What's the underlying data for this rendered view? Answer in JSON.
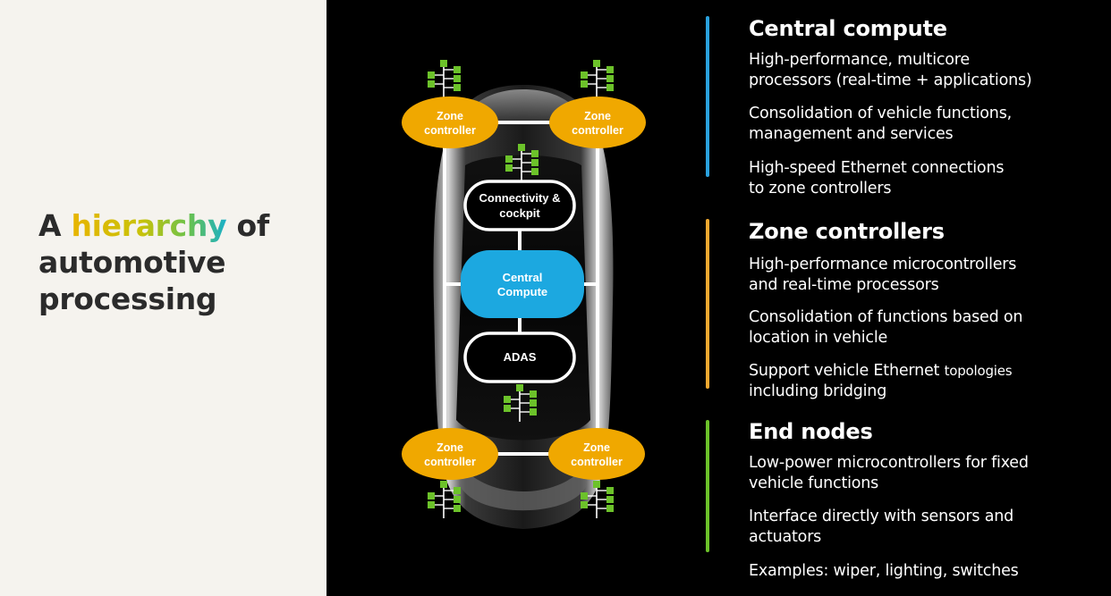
{
  "title": {
    "part1": "A ",
    "highlight": "hierarchy",
    "part2": " of",
    "line2": "automotive",
    "line3": "processing"
  },
  "diagram": {
    "zone_line1": "Zone",
    "zone_line2": "controller",
    "connectivity_line1": "Connectivity &",
    "connectivity_line2": "cockpit",
    "central_line1": "Central",
    "central_line2": "Compute",
    "adas": "ADAS",
    "colors": {
      "zone": "#f0a800",
      "central": "#1ca8e0",
      "node": "#6cc22a",
      "link": "#ffffff"
    }
  },
  "sections": [
    {
      "heading": "Central compute",
      "bar_color": "#2aa1dd",
      "items": [
        [
          "High-performance, multicore",
          "processors (real-time + applications)"
        ],
        [
          "Consolidation of vehicle functions,",
          "management and services"
        ],
        [
          "High-speed Ethernet connections",
          "to zone controllers"
        ]
      ]
    },
    {
      "heading": "Zone controllers",
      "bar_color": "#f0a830",
      "items": [
        [
          "High-performance microcontrollers",
          "and real-time processors"
        ],
        [
          "Consolidation of functions based on",
          "location in vehicle"
        ],
        [
          "Support vehicle Ethernet ",
          "topologies",
          "including bridging"
        ]
      ]
    },
    {
      "heading": "End nodes",
      "bar_color": "#6cc22a",
      "items": [
        [
          "Low-power microcontrollers for fixed",
          "vehicle functions"
        ],
        [
          "Interface directly with sensors and",
          "actuators"
        ],
        [
          "Examples: wiper, lighting, switches"
        ]
      ]
    }
  ]
}
